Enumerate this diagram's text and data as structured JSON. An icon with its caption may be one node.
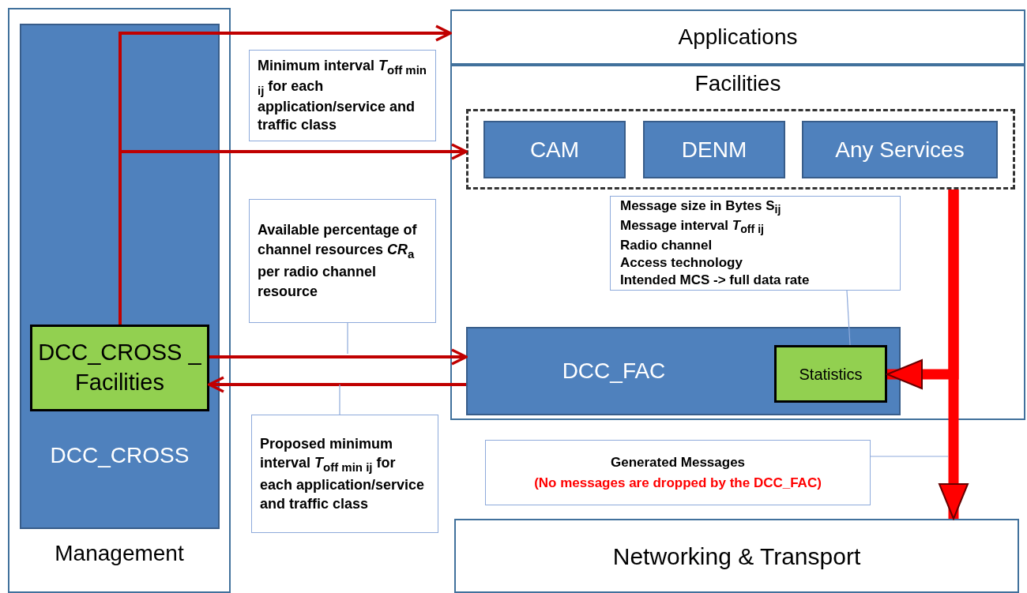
{
  "diagram": {
    "nodes": [
      {
        "text": [
          "Management"
        ]
      },
      {
        "text": [
          "DCC_CROSS"
        ],
        "in": 0
      },
      {
        "text": [
          "DCC_CROSS _ Facilities"
        ],
        "in": 1
      },
      {
        "text": [
          "Applications"
        ]
      },
      {
        "text": [
          "Facilities"
        ]
      },
      {
        "text": [],
        "shape": "box",
        "in": 4
      },
      {
        "text": [
          "CAM"
        ],
        "in": 5
      },
      {
        "text": [
          "DENM"
        ],
        "in": 5
      },
      {
        "text": [
          "Any Services"
        ],
        "in": 5
      },
      {
        "text": [
          "DCC_FAC"
        ],
        "in": 4
      },
      {
        "text": [
          "Statistics"
        ],
        "in": 9
      },
      {
        "text": [
          "Networking & Transport"
        ]
      },
      {
        "text": [
          "Minimum interval *T*$_{off min ij}$ for each application/service and traffic class"
        ]
      },
      {
        "text": [
          "Available percentage of channel resources *CR*$_{a}$ per radio channel resource"
        ]
      },
      {
        "text": [
          "Proposed minimum interval *T*$_{off min ij}$ for each application/service and traffic class"
        ]
      },
      {
        "text": [
          "Message size in Bytes S$_{ij}$",
          "Message interval *T*$_{off ij}$",
          "Radio channel",
          "Access technology",
          "Intended MCS -> full data rate"
        ],
        "in": 4
      },
      {
        "text": [
          "Generated Messages",
          "(No messages are dropped by the DCC_FAC)"
        ]
      }
    ],
    "edges": [
      {
        "from": 2,
        "to": 3,
        "arrow": "to"
      },
      {
        "from": 2,
        "to": 5,
        "arrow": "to"
      },
      {
        "from": 2,
        "to": 9,
        "arrow": "to"
      },
      {
        "from": 9,
        "to": 2,
        "arrow": "to"
      },
      {
        "from": 5,
        "to": 11,
        "arrow": "to",
        "style": "thick",
        "color": "#ff0000"
      },
      {
        "from": 5,
        "to": 10,
        "arrow": "to",
        "style": "thick",
        "color": "#ff0000"
      },
      {
        "from": 13,
        "to": null,
        "arrow": "none",
        "color": "#8eaadb"
      },
      {
        "from": 14,
        "to": null,
        "arrow": "none",
        "color": "#8eaadb"
      },
      {
        "from": 15,
        "to": 10,
        "arrow": "none",
        "color": "#8eaadb"
      },
      {
        "from": 16,
        "to": null,
        "arrow": "none",
        "color": "#8eaadb"
      }
    ]
  }
}
